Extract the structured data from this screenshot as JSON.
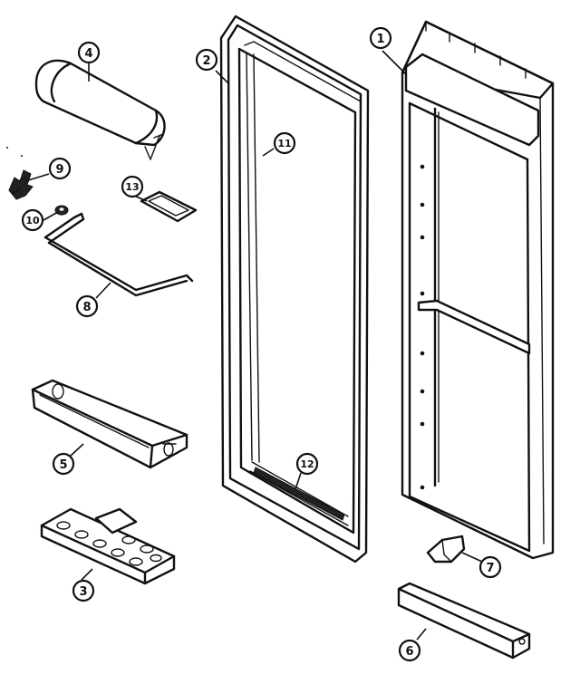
{
  "callouts": [
    {
      "id": "1",
      "label": "1"
    },
    {
      "id": "2",
      "label": "2"
    },
    {
      "id": "3",
      "label": "3"
    },
    {
      "id": "4",
      "label": "4"
    },
    {
      "id": "5",
      "label": "5"
    },
    {
      "id": "6",
      "label": "6"
    },
    {
      "id": "7",
      "label": "7"
    },
    {
      "id": "8",
      "label": "8"
    },
    {
      "id": "9",
      "label": "9"
    },
    {
      "id": "10",
      "label": "10"
    },
    {
      "id": "11",
      "label": "11"
    },
    {
      "id": "12",
      "label": "12"
    },
    {
      "id": "13",
      "label": "13"
    }
  ],
  "colors": {
    "line": "#111111",
    "background": "#ffffff"
  }
}
